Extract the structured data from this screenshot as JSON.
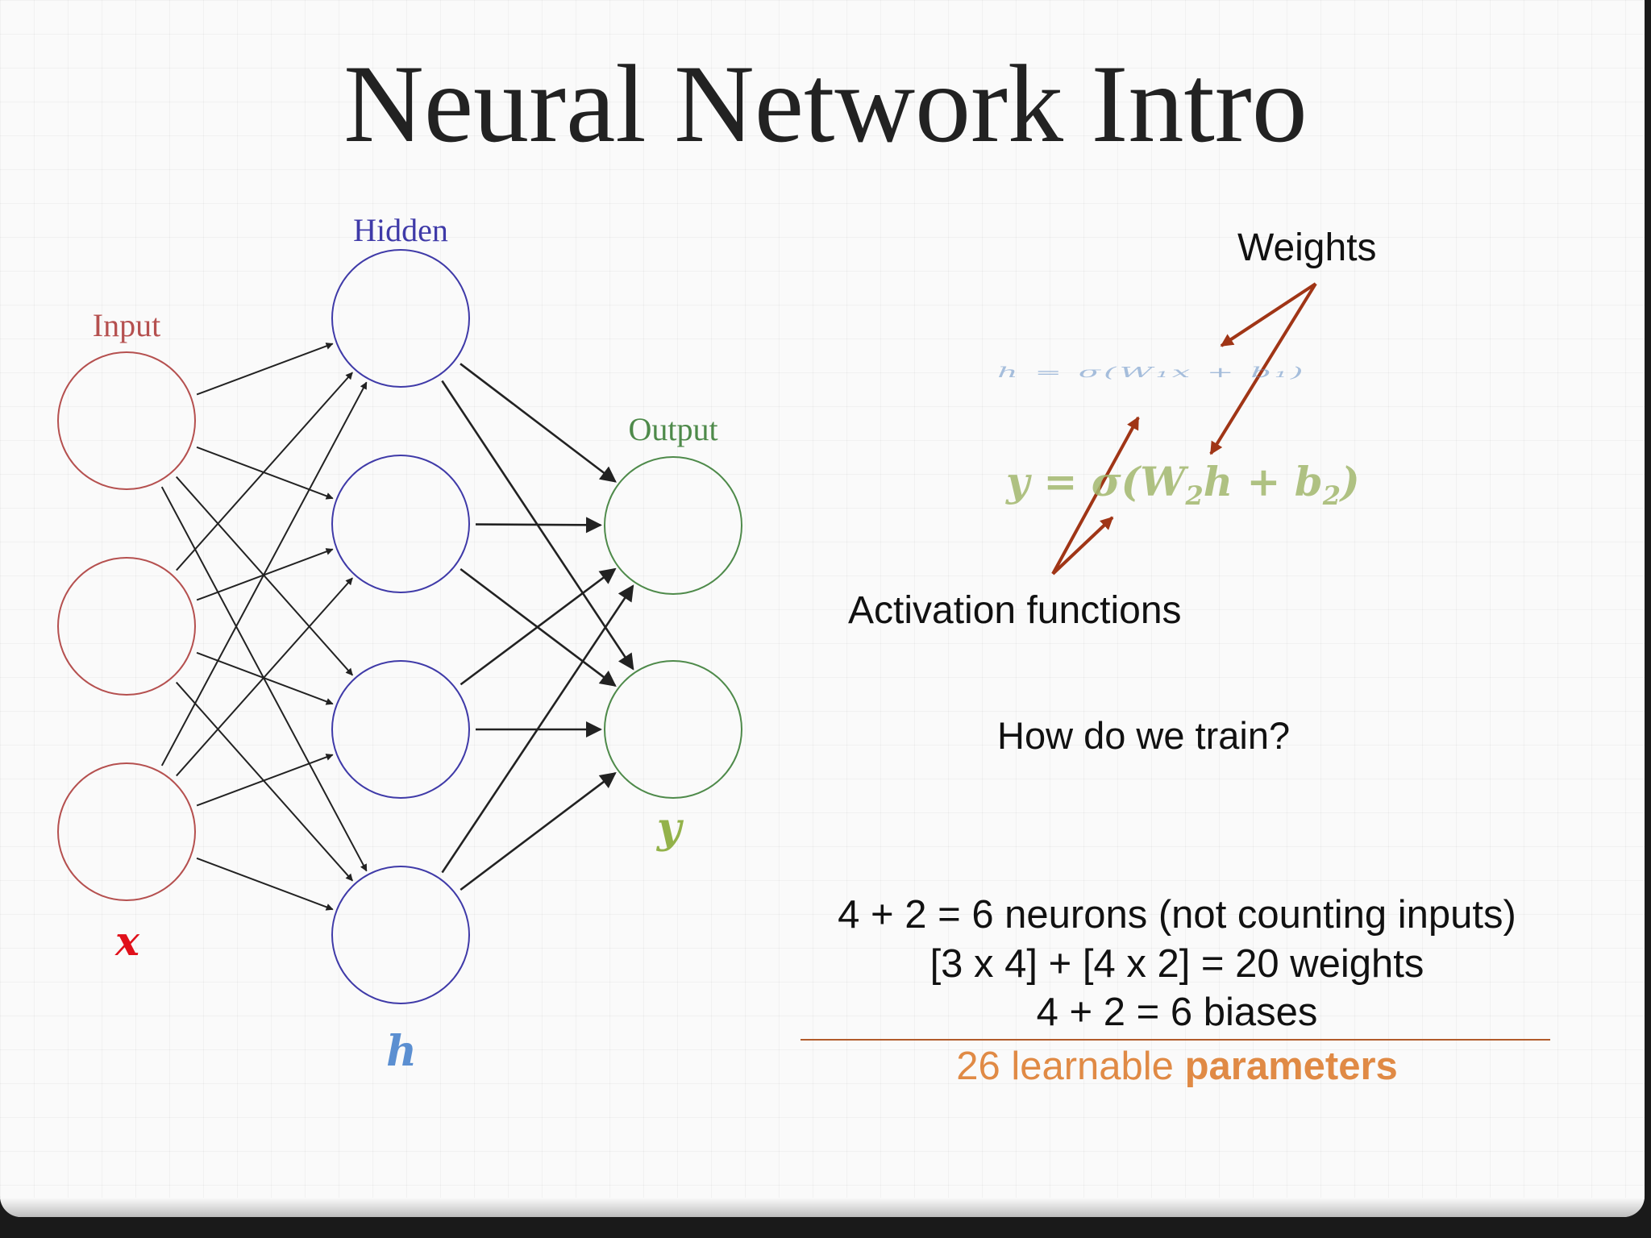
{
  "slide": {
    "title": "Neural Network Intro"
  },
  "diagram": {
    "input_label": "Input",
    "hidden_label": "Hidden",
    "output_label": "Output",
    "input_var": "x",
    "hidden_var": "h",
    "output_var": "y",
    "colors": {
      "input": "#b5504f",
      "hidden": "#3f3aa8",
      "output": "#4e8a4a",
      "x_var": "#e0101a",
      "h_var": "#5b8fd1",
      "y_var": "#93b24a",
      "arrow": "#222222",
      "annotation_arrow": "#a03516"
    }
  },
  "annotations": {
    "weights": "Weights",
    "activation": "Activation functions",
    "question": "How do we train?"
  },
  "equations": {
    "eq1": "h = σ(W₁x + b₁)",
    "eq2_prefix": "y = σ(W",
    "eq2_sub1": "2",
    "eq2_mid": "h + b",
    "eq2_sub2": "2",
    "eq2_suffix": ")"
  },
  "summary": {
    "line1": "4 + 2 = 6 neurons (not counting inputs)",
    "line2": "[3 x 4] + [4 x 2] = 20 weights",
    "line3": "4 + 2 = 6 biases",
    "total_prefix": "26 learnable ",
    "total_bold": "parameters"
  }
}
